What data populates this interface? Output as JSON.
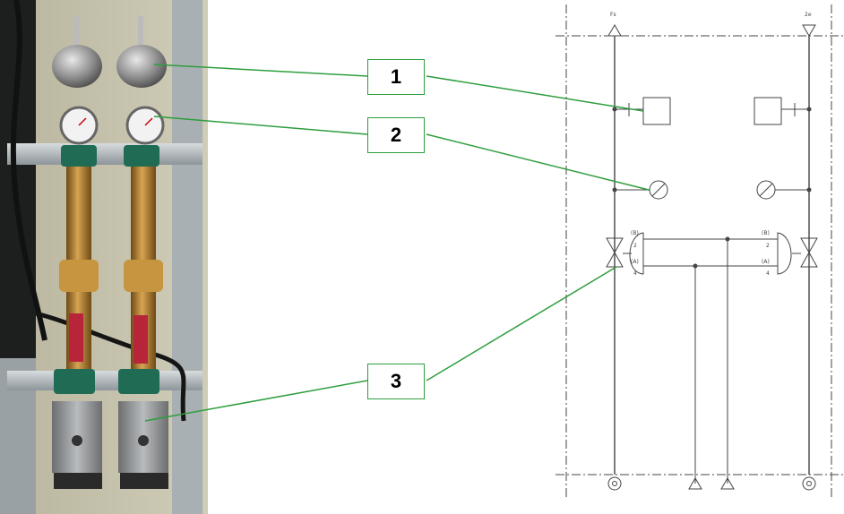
{
  "callouts": [
    {
      "number": "1",
      "target": "pressure-vessel"
    },
    {
      "number": "2",
      "target": "pressure-gauge"
    },
    {
      "number": "3",
      "target": "pneumatic-actuator-valve"
    }
  ],
  "schematic": {
    "top_labels": [
      "Fs",
      "2e"
    ],
    "port_labels": [
      "(B)",
      "2",
      "(A)",
      "4"
    ]
  },
  "colors": {
    "leader_line": "#2e9e3e",
    "rail": "#9aa3a8",
    "pipe": "#b07a2c",
    "bracket": "#1f6b54",
    "actuator": "#8a8d8f",
    "warning_tag": "#b8243a"
  }
}
